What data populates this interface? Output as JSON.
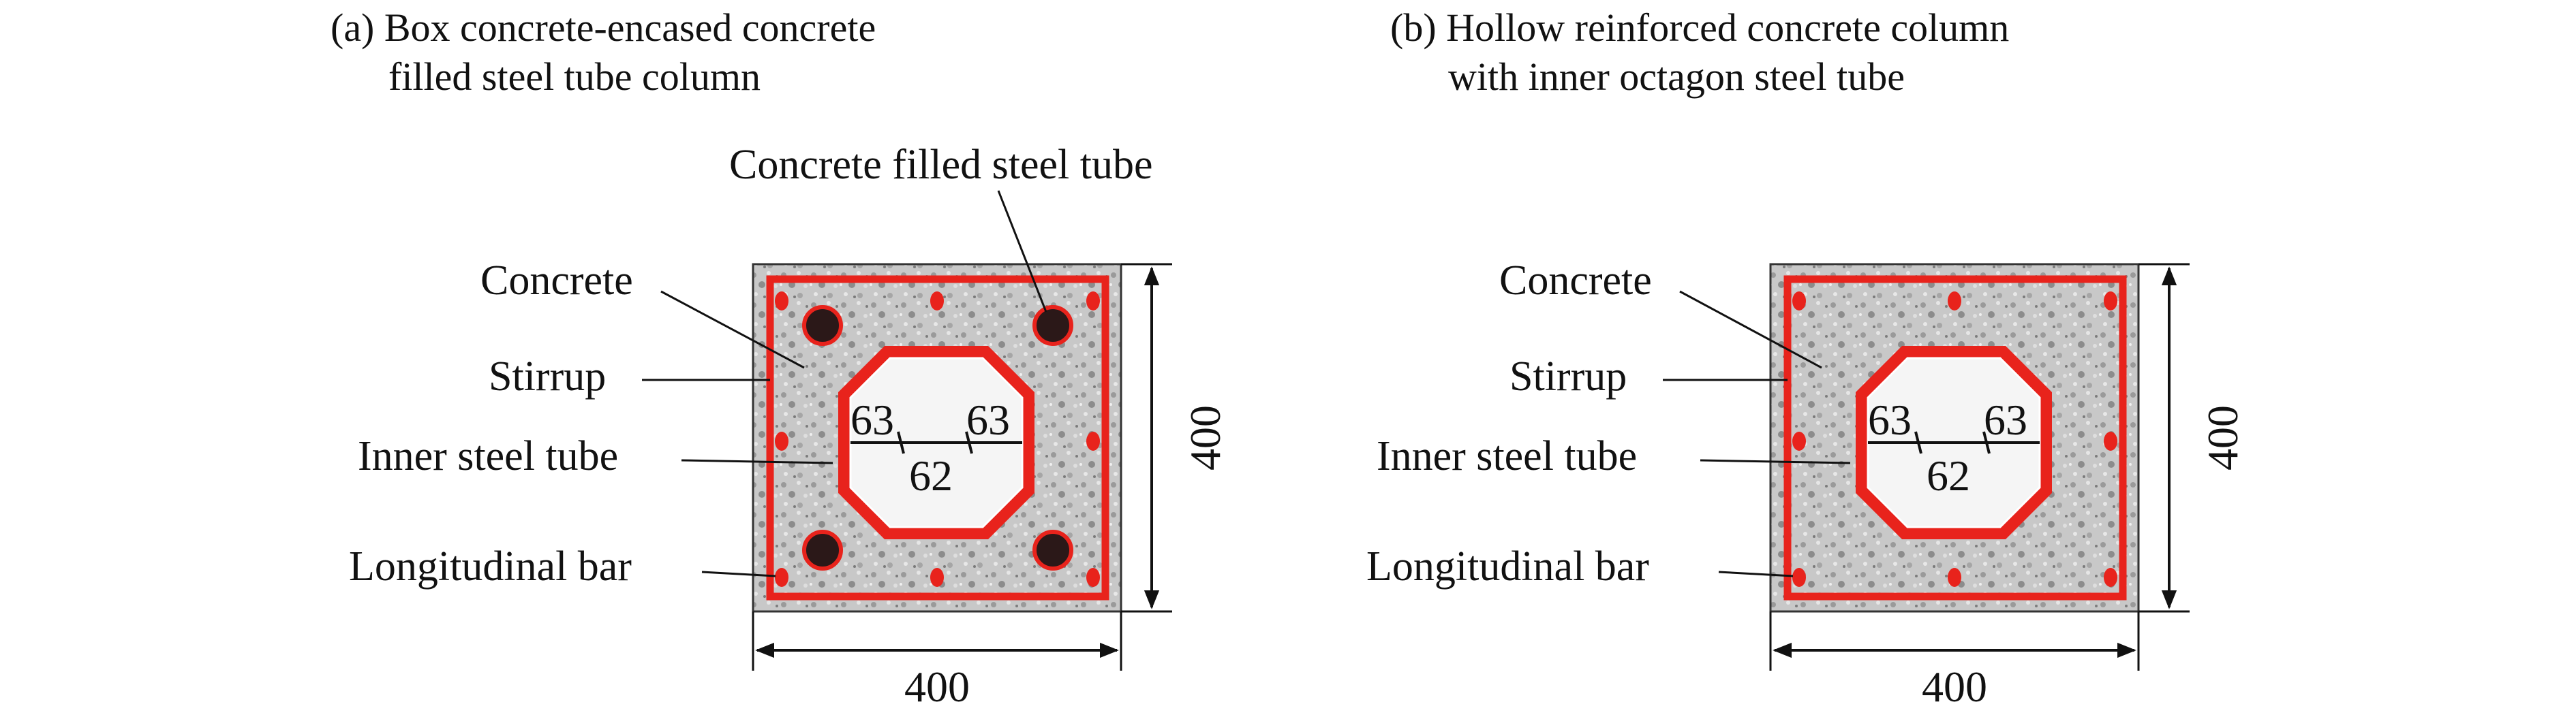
{
  "panels": [
    {
      "title_line1": "(a) Box concrete-encased concrete",
      "title_line2": "filled steel tube column",
      "labels": {
        "cfst": "Concrete filled steel tube",
        "concrete": "Concrete",
        "stirrup": "Stirrup",
        "inner_tube": "Inner steel tube",
        "long_bar": "Longitudinal bar"
      },
      "dims": {
        "width": "400",
        "height": "400",
        "left": "63",
        "right": "63",
        "mid": "62"
      }
    },
    {
      "title_line1": "(b) Hollow reinforced concrete column",
      "title_line2": "with inner octagon steel tube",
      "labels": {
        "concrete": "Concrete",
        "stirrup": "Stirrup",
        "inner_tube": "Inner steel tube",
        "long_bar": "Longitudinal bar"
      },
      "dims": {
        "width": "400",
        "height": "400",
        "left": "63",
        "right": "63",
        "mid": "62"
      }
    }
  ],
  "colors": {
    "steel": "#e8231c",
    "concrete": "#c9c9c9",
    "cfst_fill": "#2b1818",
    "core": "#f5f5f5",
    "line": "#111111"
  }
}
